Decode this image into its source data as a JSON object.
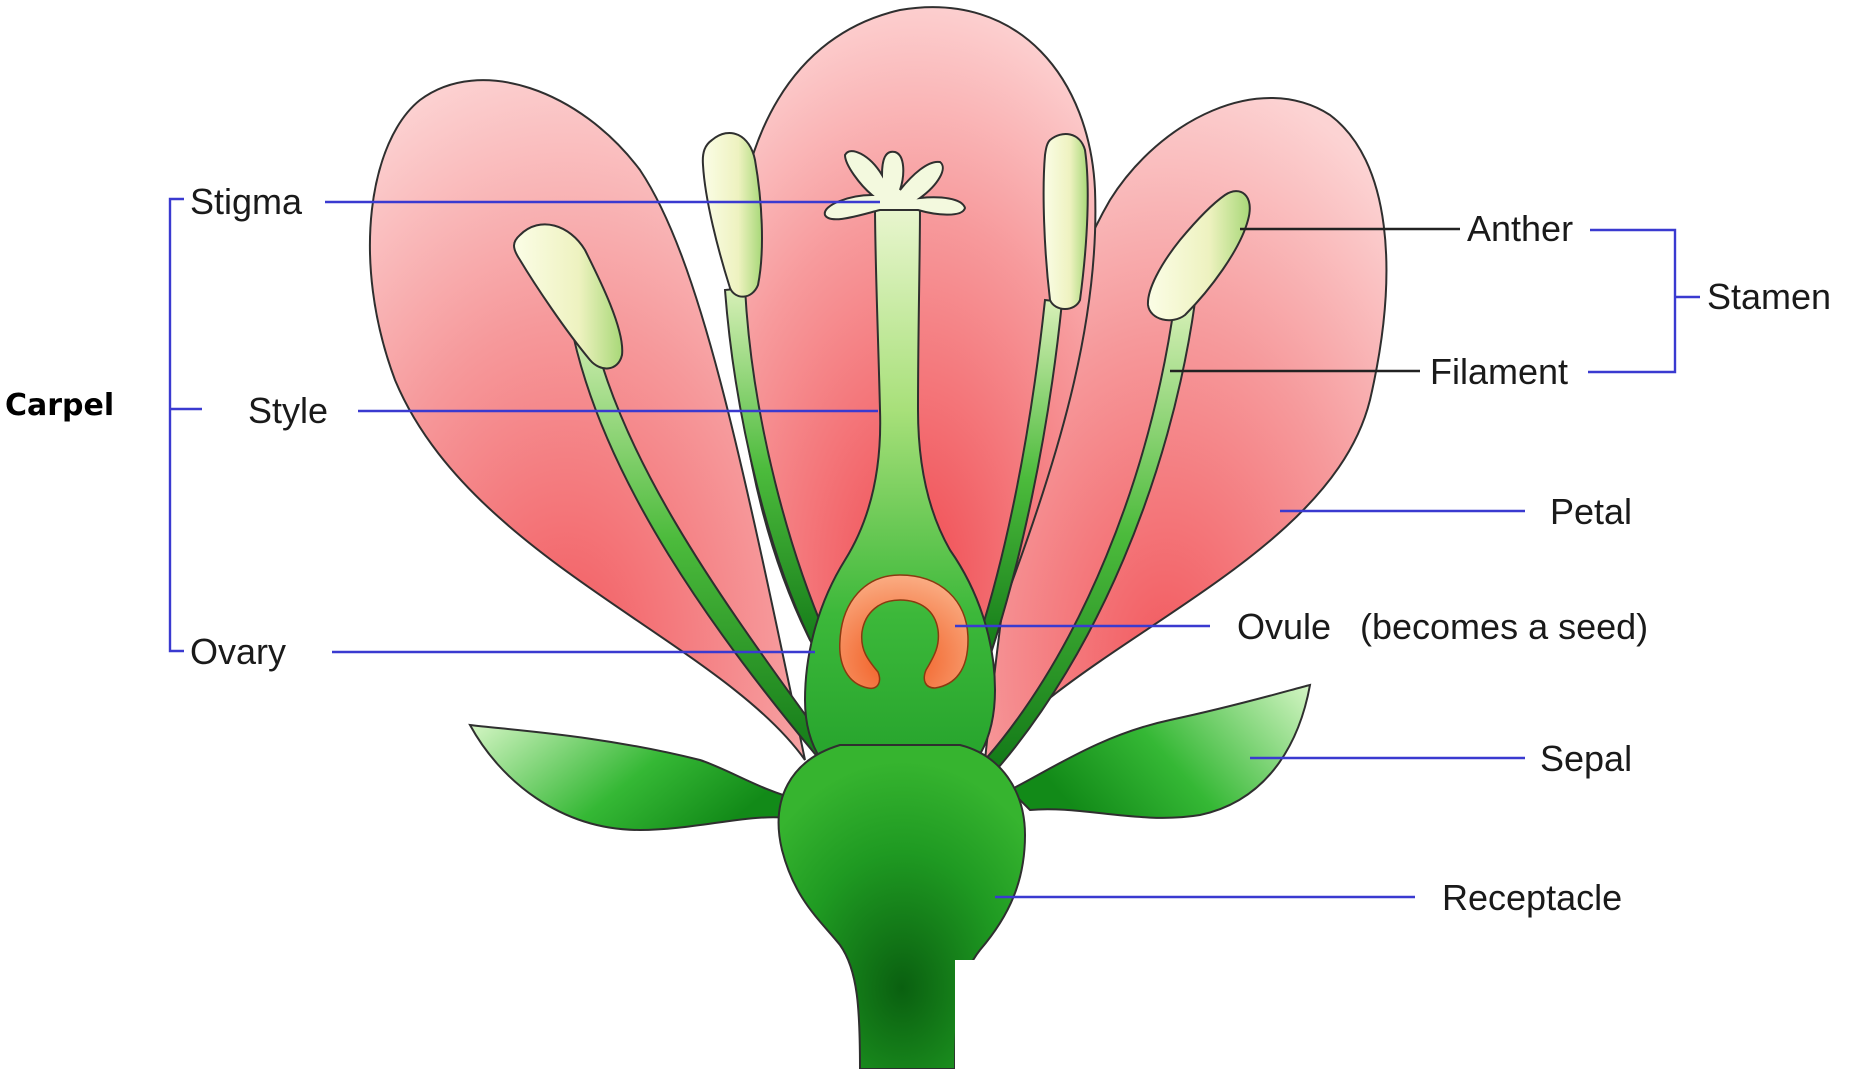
{
  "labels": {
    "stigma": "Stigma",
    "style": "Style",
    "ovary": "Ovary",
    "carpel": "Carpel",
    "anther": "Anther",
    "filament": "Filament",
    "stamen": "Stamen",
    "petal": "Petal",
    "ovule": "Ovule",
    "ovule_note": "(becomes a seed)",
    "sepal": "Sepal",
    "receptacle": "Receptacle"
  },
  "colors": {
    "petal": "#f58a8a",
    "petal_light": "#fde0e0",
    "green_dark": "#0f7a14",
    "green_mid": "#2db82d",
    "green_light": "#c8f0a0",
    "anther": "#f5f7d2",
    "ovule": "#f26a22",
    "leader_blue": "#3a3ad0"
  }
}
